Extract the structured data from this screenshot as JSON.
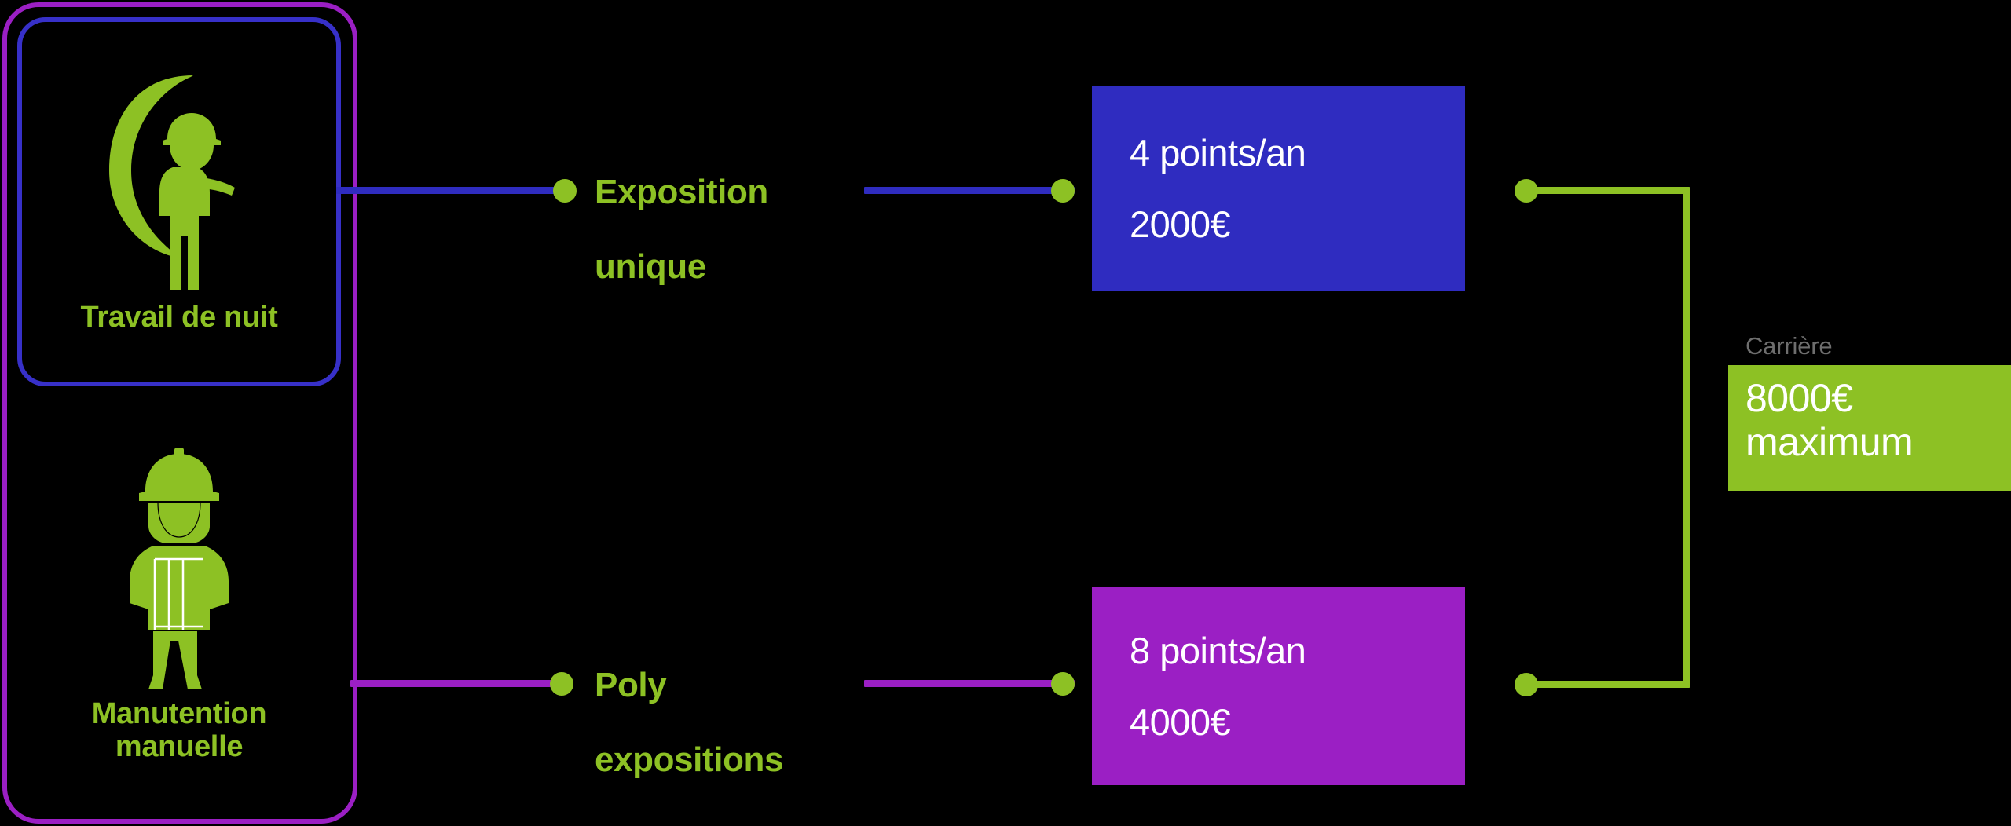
{
  "diagram": {
    "title_semantics": "Pénibilité — points et montants par type d'exposition",
    "colors": {
      "background": "#000000",
      "green": "#8dc124",
      "blue": "#2f2cc0",
      "blue_border": "#3730c8",
      "magenta": "#9b1fc4",
      "grey_caption": "#6e6e6e",
      "white": "#ffffff"
    },
    "cards": [
      {
        "id": "travail-de-nuit",
        "label": "Travail de nuit",
        "icon": "crescent-moon-worker-icon",
        "border_color": "#3730c8"
      },
      {
        "id": "manutention-manuelle",
        "label": "Manutention manuelle",
        "label_lines": [
          "Manutention",
          "manuelle"
        ],
        "icon": "worker-hardhat-safety-vest-icon",
        "border_color": "#9b1fc4"
      }
    ],
    "branches": [
      {
        "id": "exposition-unique",
        "label": "Exposition unique",
        "label_lines": [
          "Exposition",
          "unique"
        ],
        "connector_color": "#2f2cc0",
        "value": {
          "points": "4 points/an",
          "amount": "2000€",
          "box_color": "#2f2cc0"
        }
      },
      {
        "id": "poly-expositions",
        "label": "Poly expositions",
        "label_lines": [
          "Poly",
          "expositions"
        ],
        "connector_color": "#9b1fc4",
        "value": {
          "points": "8 points/an",
          "amount": "4000€",
          "box_color": "#9b1fc4"
        }
      }
    ],
    "summary": {
      "caption": "Carrière",
      "amount": "8000€",
      "qualifier": "maximum",
      "box_color": "#8dc124",
      "connector_color": "#8dc124"
    }
  }
}
